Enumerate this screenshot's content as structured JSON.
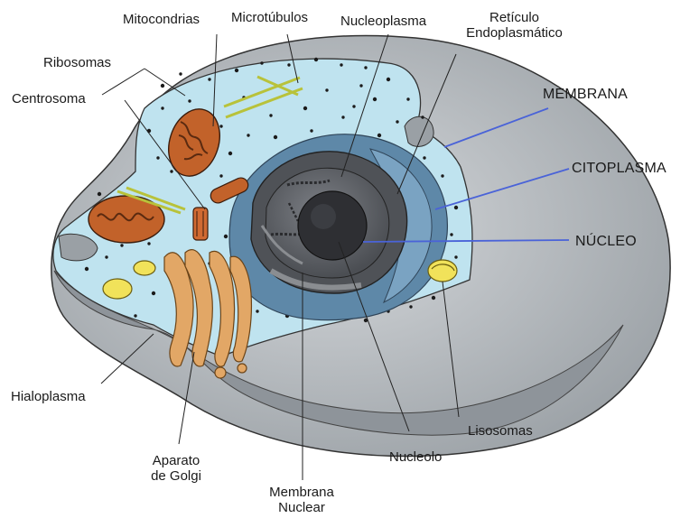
{
  "labels": {
    "mitocondrias": "Mitocondrias",
    "microtubulos": "Microtúbulos",
    "nucleoplasma": "Nucleoplasma",
    "reticulo_line1": "Retículo",
    "reticulo_line2": "Endoplasmático",
    "ribosomas": "Ribosomas",
    "centrosoma": "Centrosoma",
    "membrana": "MEMBRANA",
    "citoplasma": "CITOPLASMA",
    "nucleo": "NÚCLEO",
    "hialoplasma": "Hialoplasma",
    "lisosomas": "Lisosomas",
    "nucleolo": "Nucleolo",
    "aparato_line1": "Aparato",
    "aparato_line2": "de Golgi",
    "membrana_nuclear_line1": "Membrana",
    "membrana_nuclear_line2": "Nuclear"
  },
  "colors": {
    "outer_cell": "#b7bcc0",
    "cytoplasm": "#bfe3ef",
    "nucleus_envelope": "#5e88a8",
    "nucleoplasm": "#5c5f64",
    "nucleolus": "#2e2f33",
    "mitochondria": "#c2622a",
    "golgi": "#e2a766",
    "lysosome": "#f1e25a",
    "pointer_blue": "#4a63d8",
    "pointer_black": "#222222"
  }
}
